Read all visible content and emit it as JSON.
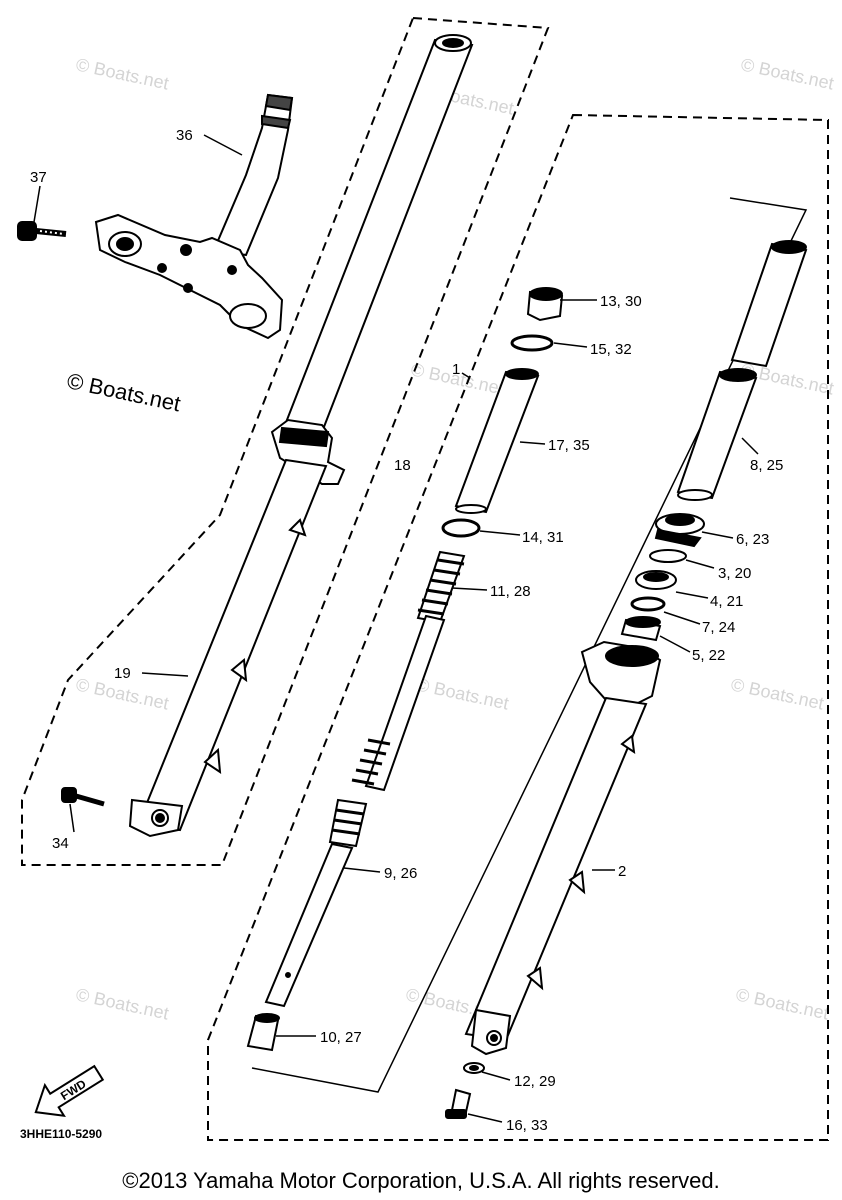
{
  "watermark": {
    "main": "© Boats.net",
    "faint": "© Boats.net"
  },
  "diagram_code": "3HHE110-5290",
  "direction_arrow": "FWD",
  "copyright": "©2013 Yamaha Motor Corporation, U.S.A. All rights reserved.",
  "callouts": {
    "c1": "1",
    "c2": "2",
    "c3_20": "3, 20",
    "c4_21": "4, 21",
    "c5_22": "5, 22",
    "c6_23": "6, 23",
    "c7_24": "7, 24",
    "c8_25": "8, 25",
    "c9_26": "9, 26",
    "c10_27": "10, 27",
    "c11_28": "11, 28",
    "c12_29": "12, 29",
    "c13_30": "13, 30",
    "c14_31": "14, 31",
    "c15_32": "15, 32",
    "c16_33": "16, 33",
    "c17_35": "17, 35",
    "c18": "18",
    "c19": "19",
    "c34": "34",
    "c36": "36",
    "c37": "37"
  }
}
